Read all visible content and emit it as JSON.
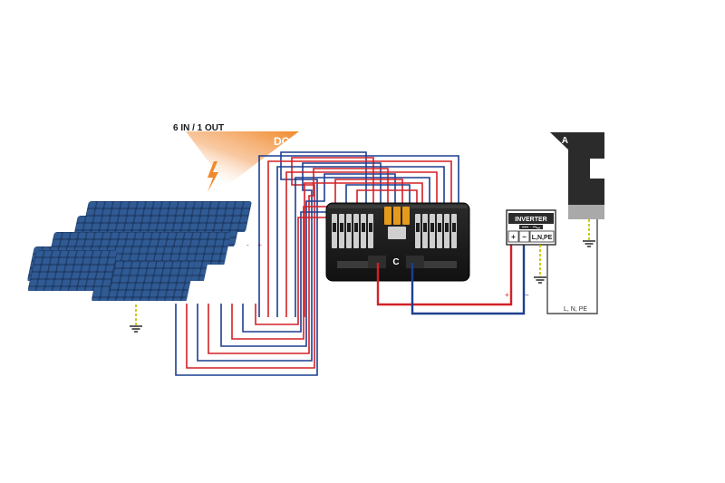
{
  "header": {
    "config_label": "6 IN / 1 OUT"
  },
  "dc_zone": {
    "label": "DC",
    "icon": "lightning-bolt-icon",
    "color": "#f08a2c"
  },
  "ac_zone": {
    "label": "AC",
    "color": "#2b2b2b"
  },
  "solar_array": {
    "panel_color": "#1f3b66",
    "cell_color": "#2f5a93",
    "positive_mark": "+",
    "negative_mark": "-"
  },
  "combiner_box": {
    "logo": "C",
    "fuse_color": "#e69a1c"
  },
  "inverter": {
    "title": "INVERTER",
    "icon": "dc-to-ac-icon",
    "terminal_plus": "+",
    "terminal_minus": "−",
    "terminal_ac": "L,N,PE"
  },
  "cable_labels": {
    "dc_positive": "+",
    "dc_negative": "−",
    "ac_line": "L, N, PE"
  },
  "colors": {
    "positive_wire": "#d32027",
    "negative_wire": "#1d3f8f",
    "ac_wire": "#4a4a4a",
    "ground_wire": "#c8c400",
    "combiner_body": "#1b1b1b"
  }
}
